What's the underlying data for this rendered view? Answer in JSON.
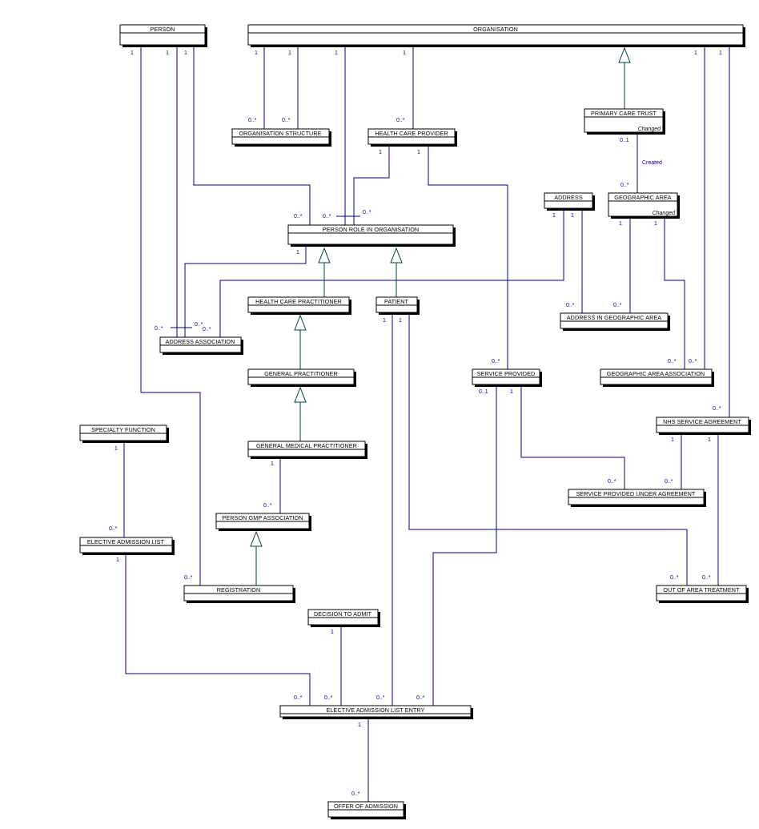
{
  "entities": {
    "person": "PERSON",
    "organisation": "ORGANISATION",
    "organisation_structure": "ORGANISATION STRUCTURE",
    "health_care_provider": "HEALTH CARE PROVIDER",
    "primary_care_trust": "PRIMARY CARE TRUST",
    "address": "ADDRESS",
    "geographic_area": "GEOGRAPHIC AREA",
    "person_role_in_organisation": "PERSON ROLE IN ORGANISATION",
    "health_care_practitioner": "HEALTH CARE PRACTITIONER",
    "patient": "PATIENT",
    "address_in_geographic_area": "ADDRESS IN GEOGRAPHIC AREA",
    "address_association": "ADDRESS ASSOCIATION",
    "general_practitioner": "GENERAL PRACTITIONER",
    "service_provided": "SERVICE PROVIDED",
    "geographic_area_association": "GEOGRAPHIC AREA ASSOCIATION",
    "specialty_function": "SPECIALTY FUNCTION",
    "nhs_service_agreement": "NHS SERVICE AGREEMENT",
    "general_medical_practitioner": "GENERAL MEDICAL PRACTITIONER",
    "service_provided_under_agreement": "SERVICE PROVIDED UNDER AGREEMENT",
    "person_gmp_association": "PERSON GMP ASSOCIATION",
    "elective_admission_list": "ELECTIVE ADMISSION LIST",
    "registration": "REGISTRATION",
    "out_of_area_treatment": "OUT OF AREA TREATMENT",
    "decision_to_admit": "DECISION TO ADMIT",
    "elective_admission_list_entry": "ELECTIVE ADMISSION LIST ENTRY",
    "offer_of_admission": "OFFER OF ADMISSION"
  },
  "notes": {
    "changed": "Changed",
    "created": "Created"
  },
  "multiplicity": {
    "one": "1",
    "many": "0..*",
    "optional": "0..1"
  }
}
